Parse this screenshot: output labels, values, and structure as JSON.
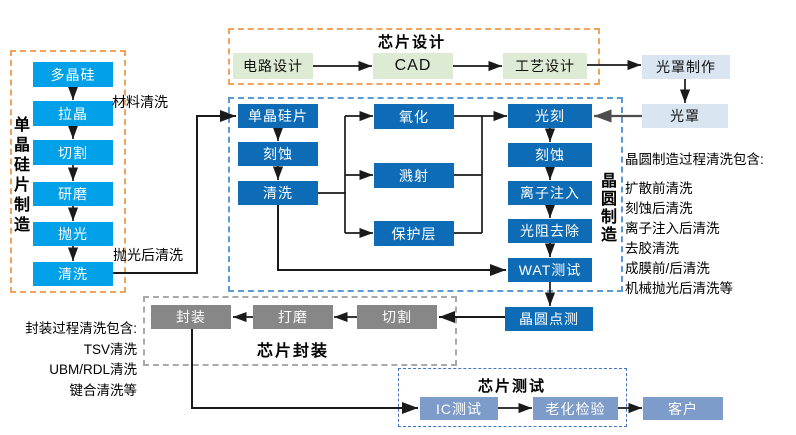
{
  "silicon": {
    "vertical_label": "单晶硅片制造",
    "steps": [
      "多晶硅",
      "拉晶",
      "切割",
      "研磨",
      "抛光",
      "清洗"
    ],
    "material_clean_label": "材料清洗",
    "polish_clean_label": "抛光后清洗"
  },
  "design": {
    "title": "芯片设计",
    "steps": [
      "电路设计",
      "CAD",
      "工艺设计"
    ]
  },
  "mask": {
    "make": "光罩制作",
    "mask": "光罩"
  },
  "wafer": {
    "vertical_label": "晶圆制造",
    "col1": [
      "单晶硅片",
      "刻蚀",
      "清洗"
    ],
    "col2": [
      "氧化",
      "溅射",
      "保护层"
    ],
    "col3": [
      "光刻",
      "刻蚀",
      "离子注入",
      "光阻去除",
      "WAT测试"
    ]
  },
  "probe": {
    "label": "晶圆点测"
  },
  "packaging": {
    "title": "芯片封装",
    "steps": [
      "封装",
      "打磨",
      "切割"
    ]
  },
  "test": {
    "title": "芯片测试",
    "steps": [
      "IC测试",
      "老化检验",
      "客户"
    ]
  },
  "wafer_clean_note": {
    "lines": [
      "晶圆制造过程清洗包含:",
      "扩散前清洗",
      "刻蚀后清洗",
      "离子注入后清洗",
      "去胶清洗",
      "成膜前/后清洗",
      "机械抛光后清洗等"
    ]
  },
  "package_clean_note": {
    "lines": [
      "封装过程清洗包含:",
      "TSV清洗",
      "UBM/RDL清洗",
      "键合清洗等"
    ]
  },
  "colors": {
    "silicon_step": "#00A1E9",
    "wafer_step": "#0E6CB6",
    "design_step": "#DEEBD4",
    "mask_step": "#D9E5F1",
    "packaging_step": "#878787",
    "test_step": "#7E9CC9",
    "silicon_border": "#F0A35E",
    "wafer_border": "#5B9BD5",
    "packaging_border": "#A9A9A9",
    "test_border": "#4472C4"
  }
}
